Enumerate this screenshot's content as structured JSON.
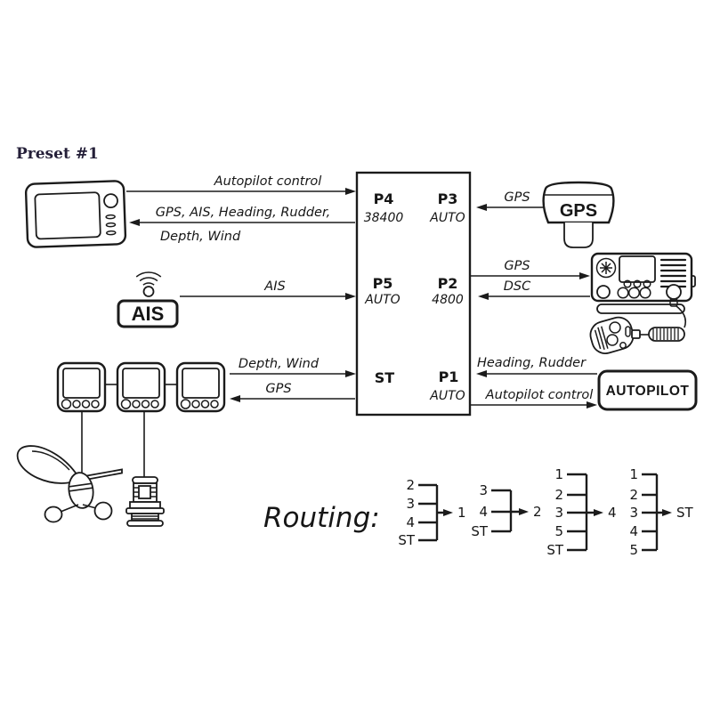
{
  "title": "Preset #1",
  "multiplexer": {
    "ports": [
      {
        "id": "P4",
        "value": "38400"
      },
      {
        "id": "P3",
        "value": "AUTO"
      },
      {
        "id": "P5",
        "value": "AUTO"
      },
      {
        "id": "P2",
        "value": "4800"
      },
      {
        "id": "ST",
        "value": ""
      },
      {
        "id": "P1",
        "value": "AUTO"
      }
    ]
  },
  "devices": {
    "ais_label": "AIS",
    "gps_label": "GPS",
    "autopilot_label": "AUTOPILOT"
  },
  "connections": {
    "plotter_to_mux": "Autopilot control",
    "mux_to_plotter_1": "GPS, AIS, Heading, Rudder,",
    "mux_to_plotter_2": "Depth, Wind",
    "ais_to_mux": "AIS",
    "displays_to_mux": "Depth, Wind",
    "mux_to_displays": "GPS",
    "gps_to_mux": "GPS",
    "mux_to_vhf": "GPS",
    "vhf_to_mux": "DSC",
    "autopilot_to_mux": "Heading, Rudder",
    "mux_to_autopilot": "Autopilot control"
  },
  "routing": {
    "label": "Routing:",
    "groups": [
      {
        "inputs": [
          "2",
          "3",
          "4",
          "ST"
        ],
        "output": "1"
      },
      {
        "inputs": [
          "3",
          "4",
          "ST"
        ],
        "output": "2"
      },
      {
        "inputs": [
          "1",
          "2",
          "3",
          "5",
          "ST"
        ],
        "output": "4"
      },
      {
        "inputs": [
          "1",
          "2",
          "3",
          "4",
          "5"
        ],
        "output": "ST"
      }
    ]
  }
}
